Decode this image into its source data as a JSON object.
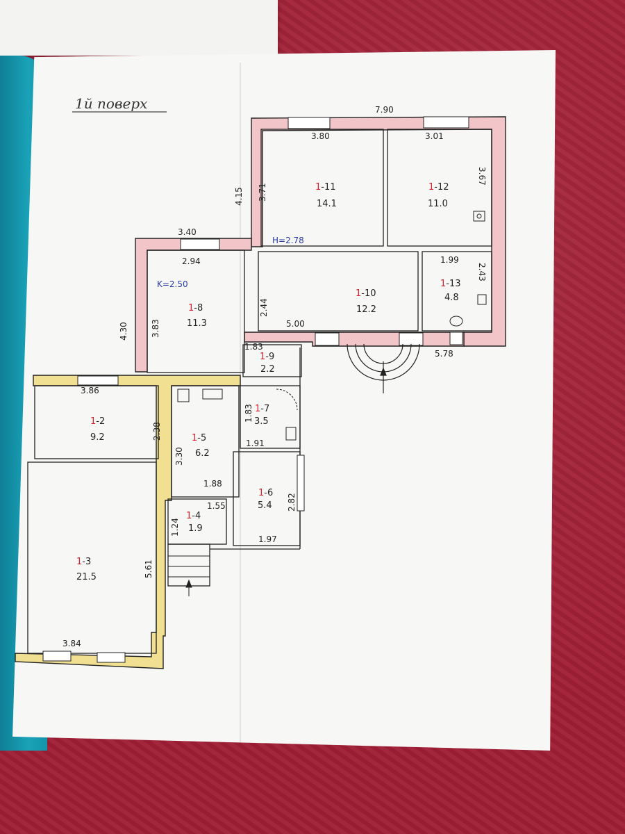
{
  "title": "1й поверх",
  "ceiling_height": "H=2.78",
  "heights_note": "K=2.50",
  "rooms": [
    {
      "id": "1-11",
      "area": "14.1"
    },
    {
      "id": "1-12",
      "area": "11.0"
    },
    {
      "id": "1-10",
      "area": "12.2"
    },
    {
      "id": "1-13",
      "area": "4.8"
    },
    {
      "id": "1-8",
      "area": "11.3"
    },
    {
      "id": "1-9",
      "area": "2.2"
    },
    {
      "id": "1-7",
      "area": "3.5"
    },
    {
      "id": "1-6",
      "area": "5.4"
    },
    {
      "id": "1-5",
      "area": "6.2"
    },
    {
      "id": "1-4",
      "area": "1.9"
    },
    {
      "id": "1-2",
      "area": "9.2"
    },
    {
      "id": "1-3",
      "area": "21.5"
    }
  ],
  "dimensions": {
    "total_width_top": "7.90",
    "r11_width": "3.80",
    "r12_width": "3.01",
    "r12_height": "3.67",
    "r11_height": "3.71",
    "left_wall_top": "4.15",
    "r8_width_outer": "3.40",
    "r8_width_inner": "2.94",
    "r8_height": "3.83",
    "r8_outer": "4.30",
    "r10_height": "2.44",
    "r10_width": "5.00",
    "r13_width": "1.99",
    "r13_height": "2.43",
    "r9_width": "1.83",
    "east_width": "5.78",
    "r2_width": "3.86",
    "r2_height": "2.38",
    "r5_height": "3.30",
    "r5_width": "1.88",
    "r7_height": "1.83",
    "r7_width": "1.91",
    "r4_width": "1.55",
    "r4_height": "1.24",
    "r6_height": "2.82",
    "r6_width": "1.97",
    "r3_height": "5.61",
    "r3_width": "3.84"
  },
  "colors": {
    "pink_wall": "#f0bfc3",
    "yellow_wall": "#f0de8a",
    "ink": "#222222",
    "red_id": "#d61f2c"
  }
}
